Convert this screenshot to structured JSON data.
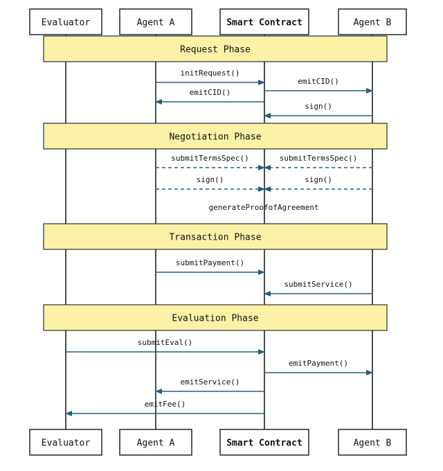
{
  "participants": [
    {
      "id": "evaluator",
      "label": "Evaluator",
      "bold": false
    },
    {
      "id": "agent_a",
      "label": "Agent A",
      "bold": false
    },
    {
      "id": "smart_contract",
      "label": "Smart Contract",
      "bold": true
    },
    {
      "id": "agent_b",
      "label": "Agent B",
      "bold": false
    }
  ],
  "phases": [
    {
      "label": "Request Phase"
    },
    {
      "label": "Negotiation Phase"
    },
    {
      "label": "Transaction Phase"
    },
    {
      "label": "Evaluation Phase"
    }
  ],
  "messages": [
    {
      "label": "initRequest()",
      "from": "agent_a",
      "to": "smart_contract",
      "style": "solid"
    },
    {
      "label": "emitCID()",
      "from": "smart_contract",
      "to": "agent_b",
      "style": "solid"
    },
    {
      "label": "emitCID()",
      "from": "smart_contract",
      "to": "agent_a",
      "style": "solid"
    },
    {
      "label": "sign()",
      "from": "agent_b",
      "to": "smart_contract",
      "style": "solid"
    },
    {
      "label": "submitTermsSpec()",
      "from": "agent_a",
      "to": "smart_contract",
      "style": "dashed"
    },
    {
      "label": "submitTermsSpec()",
      "from": "agent_b",
      "to": "smart_contract",
      "style": "dashed"
    },
    {
      "label": "sign()",
      "from": "agent_a",
      "to": "smart_contract",
      "style": "dashed"
    },
    {
      "label": "sign()",
      "from": "agent_b",
      "to": "smart_contract",
      "style": "dashed"
    },
    {
      "label": "submitPayment()",
      "from": "agent_a",
      "to": "smart_contract",
      "style": "solid"
    },
    {
      "label": "submitService()",
      "from": "agent_b",
      "to": "smart_contract",
      "style": "solid"
    },
    {
      "label": "submitEval()",
      "from": "evaluator",
      "to": "smart_contract",
      "style": "solid"
    },
    {
      "label": "emitPayment()",
      "from": "smart_contract",
      "to": "agent_b",
      "style": "solid"
    },
    {
      "label": "emitService()",
      "from": "smart_contract",
      "to": "agent_a",
      "style": "solid"
    },
    {
      "label": "emitFee()",
      "from": "smart_contract",
      "to": "evaluator",
      "style": "solid"
    }
  ],
  "notes": [
    {
      "label": "generateProofofAgreement"
    }
  ],
  "colors": {
    "arrow": "#245d80",
    "phase_fill": "#fbf2a8"
  }
}
